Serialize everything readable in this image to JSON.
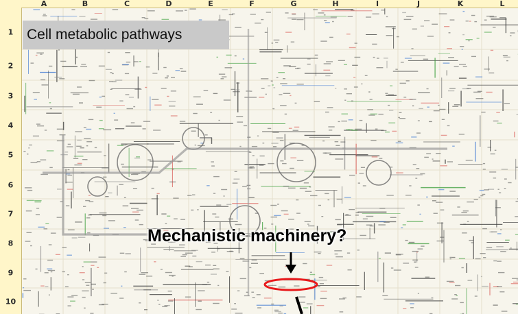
{
  "spreadsheet": {
    "columns": [
      "A",
      "B",
      "C",
      "D",
      "E",
      "F",
      "G",
      "H",
      "I",
      "J",
      "K",
      "L"
    ],
    "rows": [
      "1",
      "2",
      "3",
      "4",
      "5",
      "6",
      "7",
      "8",
      "9",
      "10"
    ]
  },
  "title": "Cell metabolic pathways",
  "question": "Mechanistic machinery?",
  "colors": {
    "header_bg": "#fff6c9",
    "map_bg": "#f7f5ec",
    "title_box": "#c9c9c9",
    "highlight_ellipse": "#e8191b",
    "pathway_lines": [
      "#3d3d3d",
      "#5a5a5a",
      "#d9534f",
      "#2f6fd1",
      "#3b9e3b",
      "#8a8a8a"
    ]
  },
  "icons": [
    "down-arrow-icon",
    "highlight-ellipse",
    "pointer-line"
  ]
}
